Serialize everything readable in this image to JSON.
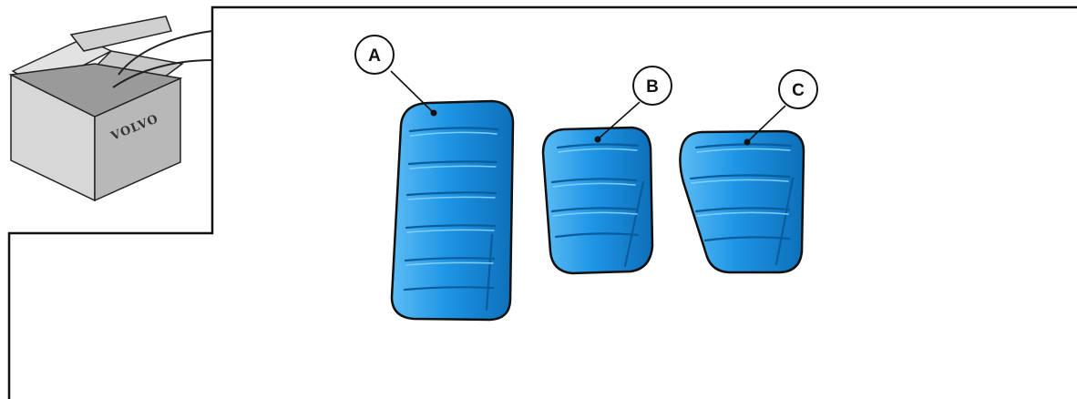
{
  "box": {
    "brand": "VOLVO"
  },
  "pedals": [
    {
      "id": "pedal-a",
      "label": "A"
    },
    {
      "id": "pedal-b",
      "label": "B"
    },
    {
      "id": "pedal-c",
      "label": "C"
    }
  ],
  "colors": {
    "pedal_fill": "#1e95e6",
    "pedal_highlight": "#5cbcf4",
    "pedal_shadow": "#0d6fb8",
    "pedal_outline": "#111111",
    "box_light": "#d7d7d7",
    "box_mid": "#b8b8b8",
    "box_dark": "#9a9a9a",
    "frame_line": "#111111"
  }
}
